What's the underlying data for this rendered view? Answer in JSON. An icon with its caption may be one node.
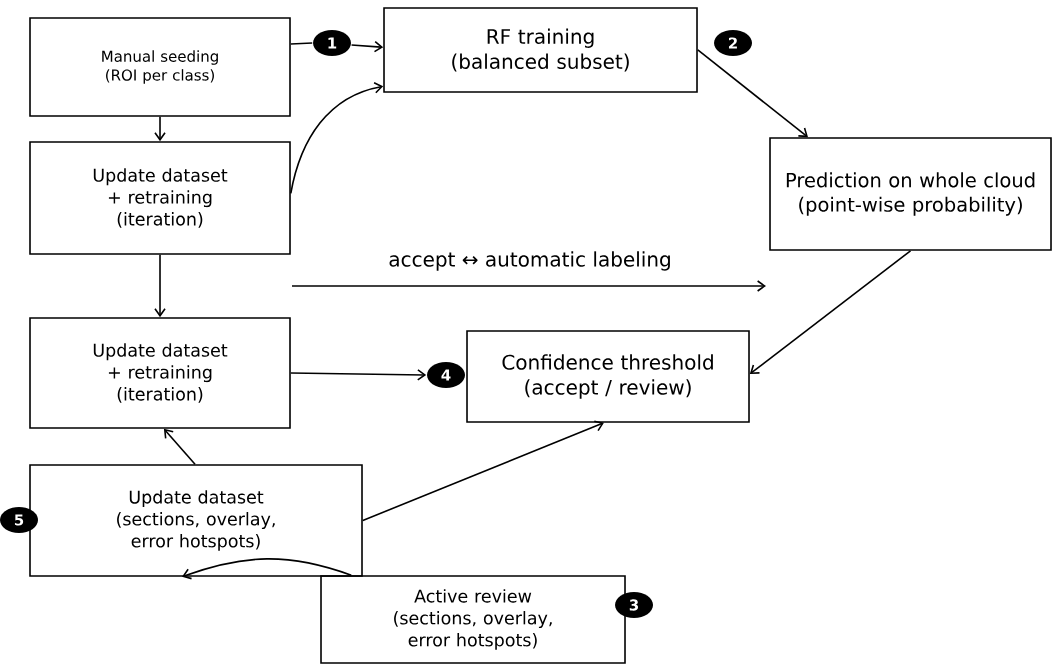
{
  "diagram": {
    "nodes": [
      {
        "text": [
          "Manual seeding (ROI per class)"
        ]
      },
      {
        "text": [
          "RF training (balanced subset)"
        ]
      },
      {
        "text": [
          "Prediction on whole cloud (point-wise probability)"
        ]
      },
      {
        "text": [
          "Update dataset + retraining (iteration)"
        ]
      },
      {
        "text": [
          "Update dataset + retraining (iteration)"
        ]
      },
      {
        "text": [
          "Confidence threshold (accept / review)"
        ]
      },
      {
        "text": [
          "Update dataset (sections, overlay, error hotspots)"
        ]
      },
      {
        "text": [
          "Active review (sections, overlay, error hotspots)"
        ]
      },
      {
        "text": [
          "1"
        ]
      },
      {
        "text": [
          "2"
        ]
      },
      {
        "text": [
          "3"
        ]
      },
      {
        "text": [
          "4"
        ]
      },
      {
        "text": [
          "5"
        ]
      }
    ],
    "edges": [
      {
        "from": 0,
        "to": 8,
        "arrow": "none"
      },
      {
        "from": 8,
        "to": 1,
        "arrow": "to"
      },
      {
        "from": 0,
        "to": 3,
        "arrow": "to"
      },
      {
        "from": 3,
        "to": 1,
        "arrow": "to"
      },
      {
        "from": 1,
        "to": 2,
        "arrow": "to"
      },
      {
        "from": 3,
        "to": 4,
        "arrow": "to"
      },
      {
        "from": 2,
        "to": 5,
        "arrow": "to"
      },
      {
        "from": 4,
        "to": 11,
        "arrow": "to"
      },
      {
        "from": 6,
        "to": 4,
        "arrow": "to"
      },
      {
        "from": 6,
        "to": 5,
        "arrow": "to"
      },
      {
        "from": 7,
        "to": 6,
        "arrow": "to"
      }
    ],
    "labels": [
      "accept ↔ automatic labeling"
    ]
  }
}
